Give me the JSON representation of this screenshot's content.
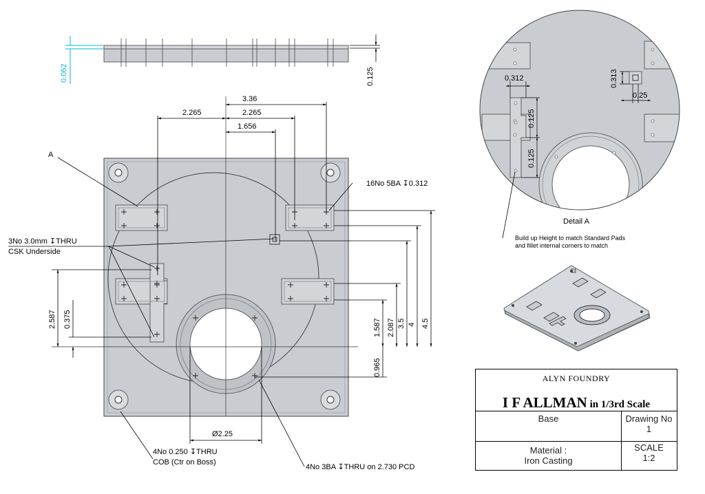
{
  "dims": {
    "top_overall": "3.36",
    "top_left": "2.265",
    "top_right": "2.265",
    "top_center": "1.656",
    "side_thickness": "0.062",
    "side_height": "0.125",
    "left_2587": "2.587",
    "left_0375": "0.375",
    "right_1587": "1.587",
    "right_2087": "2.087",
    "right_35": "3.5",
    "right_4": "4",
    "right_45": "4.5",
    "right_0965": "0.965",
    "bore": "Ø2.25"
  },
  "notes": {
    "detail_marker": "A",
    "tapped_holes": "16No 5BA ↧0.312",
    "csk_holes_line1": "3No 3.0mm ↧THRU",
    "csk_holes_line2": "CSK Underside",
    "cob_holes_line1": "4No 0.250 ↧THRU",
    "cob_holes_line2": "COB (Ctr on Boss)",
    "pcd_holes": "4No 3BA ↧THRU on 2.730 PCD"
  },
  "detail": {
    "title": "Detail A",
    "dim_0312": "0.312",
    "dim_0313": "0.313",
    "dim_025": "0.25",
    "dim_0125a": "0.125",
    "dim_0125b": "0.125",
    "note_line1": "Build up Height to match Standard Pads",
    "note_line2": "and fillet internal corners to match"
  },
  "title_block": {
    "foundry": "ALYN FOUNDRY",
    "title_main": "I F ALLMAN",
    "title_suffix": " in 1/3rd Scale",
    "part": "Base",
    "drawing_no_label": "Drawing No",
    "drawing_no": "1",
    "material_label": "Material :",
    "material": "Iron Casting",
    "scale_label": "SCALE",
    "scale": "1:2"
  },
  "colors": {
    "part_fill": "#c9cdd2",
    "part_stroke": "#5c6064",
    "thickness_dim": "#00b7d8"
  }
}
